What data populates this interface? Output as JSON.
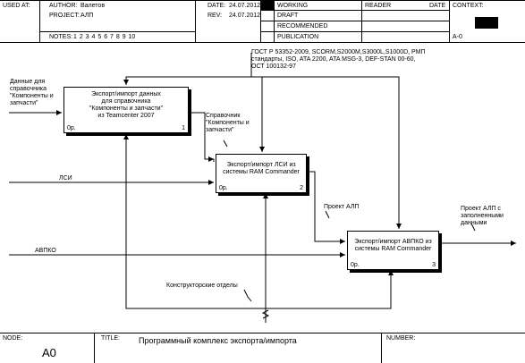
{
  "header": {
    "used_at_label": "USED AT:",
    "author_label": "AUTHOR:",
    "author_value": "Валетов",
    "project_label": "PROJECT:",
    "project_value": "АЛП",
    "date_label": "DATE:",
    "date_value": "24.07.2012",
    "rev_label": "REV:",
    "rev_value": "24.07.2012",
    "notes_label": "NOTES:",
    "notes_numbers": "1 2 3 4 5 6 7 8 9 10",
    "status_working": "WORKING",
    "status_draft": "DRAFT",
    "status_recommended": "RECOMMENDED",
    "status_publication": "PUBLICATION",
    "reader_label": "READER",
    "reader_date_label": "DATE",
    "context_label": "CONTEXT:",
    "context_node": "A-0"
  },
  "diagram": {
    "boxes": [
      {
        "label": "Экспорт/импорт данных\nдля справочника\n\"Компоненты и запчасти\"\nиз Teamcenter 2007",
        "cost": "0р.",
        "number": "1"
      },
      {
        "label": "Экспорт/импорт ЛСИ из\nсистемы RAM Commander",
        "cost": "0р.",
        "number": "2"
      },
      {
        "label": "Экспорт/импорт АВПКО из\nсистемы RAM Commander",
        "cost": "0р.",
        "number": "3"
      }
    ],
    "arrow_labels": {
      "input_1": "Данные для\nсправочника\n\"Компоненты и\nзапчасти\"",
      "input_lsi": "ЛСИ",
      "input_avpko": "АВПКО",
      "output_1": "Справочник\n\"Компоненты и\nзапчасти\"",
      "output_2": "Проект АЛП",
      "output_3": "Проект АЛП с\nзаполненными\nданными",
      "control": "ГОСТ Р 53352-2009, SCORM,S2000M,S3000L,S1000D, РМП\nстандарты, ISO, ATA 2200, ATA MSG-3, DEF-STAN 00-60,\nОСТ 100132-97",
      "mechanism": "Конструкторские отделы"
    }
  },
  "footer": {
    "node_label": "NODE:",
    "node_value": "A0",
    "title_label": "TITLE:",
    "title_value": "Программный комплекс экспорта/импорта",
    "number_label": "NUMBER:"
  }
}
